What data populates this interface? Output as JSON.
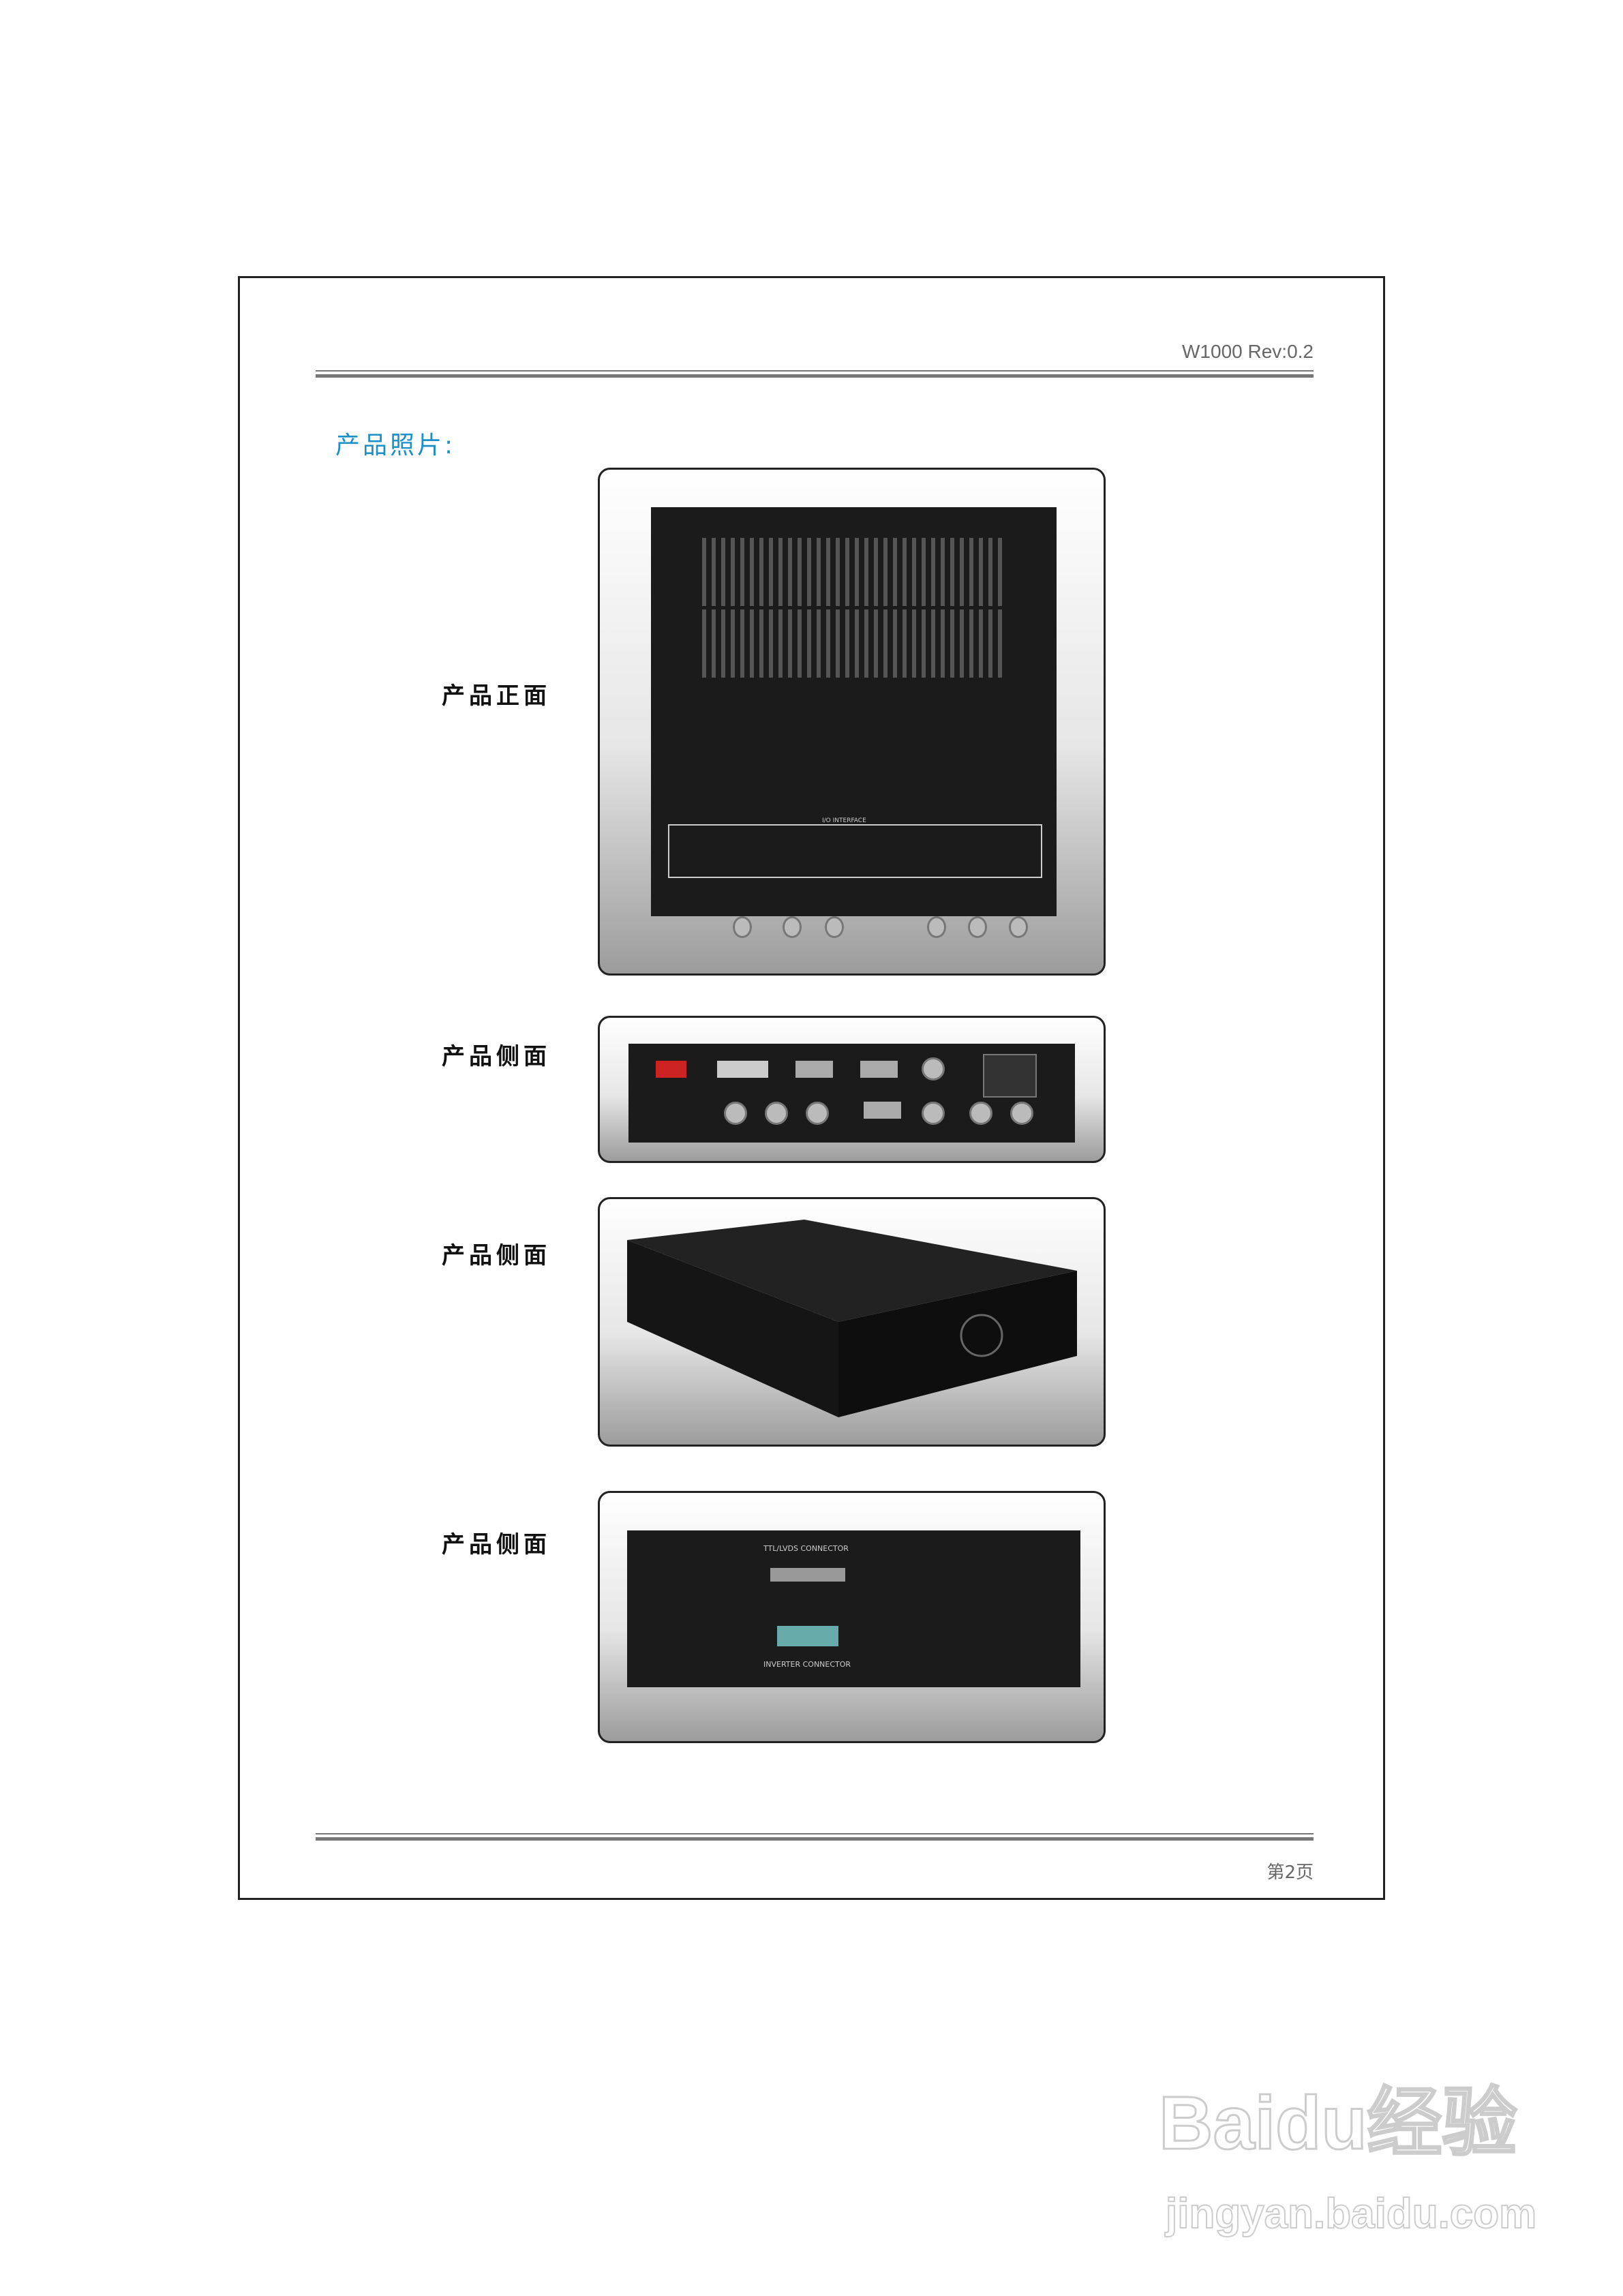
{
  "header": {
    "doc_id": "W1000 Rev:0.2"
  },
  "section_title": "产品照片:",
  "photos": [
    {
      "label": "产品正面",
      "panel_text": "I/O INTERFACE"
    },
    {
      "label": "产品侧面"
    },
    {
      "label": "产品侧面"
    },
    {
      "label": "产品侧面",
      "panel_text": [
        "TTL/LVDS CONNECTOR",
        "INVERTER CONNECTOR"
      ]
    }
  ],
  "footer": {
    "page": "第2页"
  },
  "watermark": {
    "logo": "Baidu经验",
    "url": "jingyan.baidu.com"
  }
}
